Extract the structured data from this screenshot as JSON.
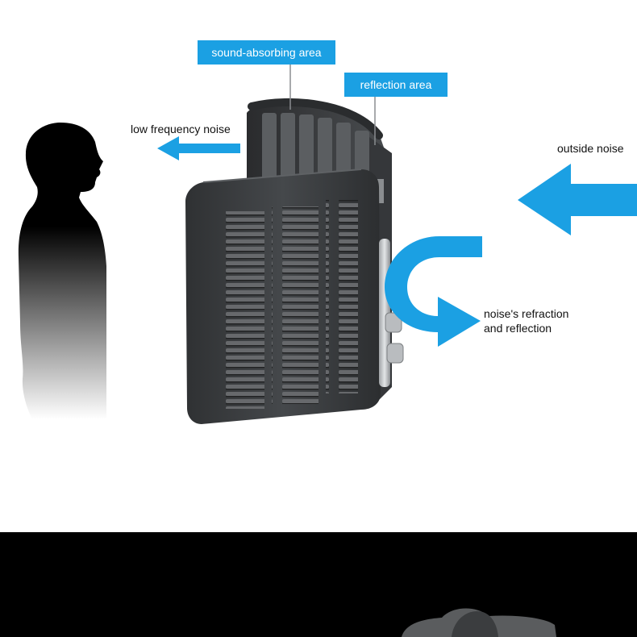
{
  "labels": {
    "sound_absorbing": "sound-absorbing area",
    "reflection": "reflection area",
    "low_frequency": "low frequency noise",
    "outside_noise": "outside noise",
    "refraction_line1": "noise's refraction",
    "refraction_line2": "and reflection"
  },
  "colors": {
    "accent": "#1ba0e3",
    "panel": "#3a3c3e",
    "background": "#ffffff",
    "band": "#000000"
  },
  "icons": [
    "person-silhouette",
    "arrow-left",
    "u-turn-arrow",
    "isolation-shield"
  ]
}
